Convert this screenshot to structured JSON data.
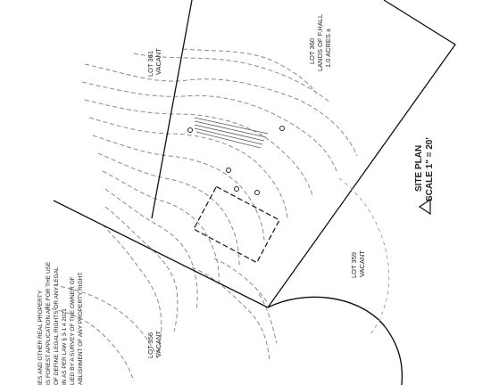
{
  "plan": {
    "title": "SITE PLAN",
    "scale": "SCALE 1\" = 20'",
    "lots": [
      {
        "id": "lot-361",
        "name": "LOT 361",
        "status": "VACANT"
      },
      {
        "id": "lot-360",
        "name": "LOT 360",
        "owner": "LANDS OF F.HALL",
        "area": "1.0 ACRES ±"
      },
      {
        "id": "lot-359",
        "name": "LOT 359",
        "status": "VACANT"
      },
      {
        "id": "lot-356",
        "name": "LOT 356",
        "status": "VACANT"
      }
    ],
    "note_lines": [
      "IES AND OTHER REAL PROPERTY",
      "IS FOREST APPLICATION ARE FOR THE USE",
      "OF DEFINE LEGAL RIGHTS OR ANY LEGAL",
      "IN AS PER LAW § 3-1 4 2021",
      "LIED BY A SURVEY OF THE OWNER OF",
      "ABLISHMENT OF ANY PROPERTY RIGHT."
    ]
  }
}
